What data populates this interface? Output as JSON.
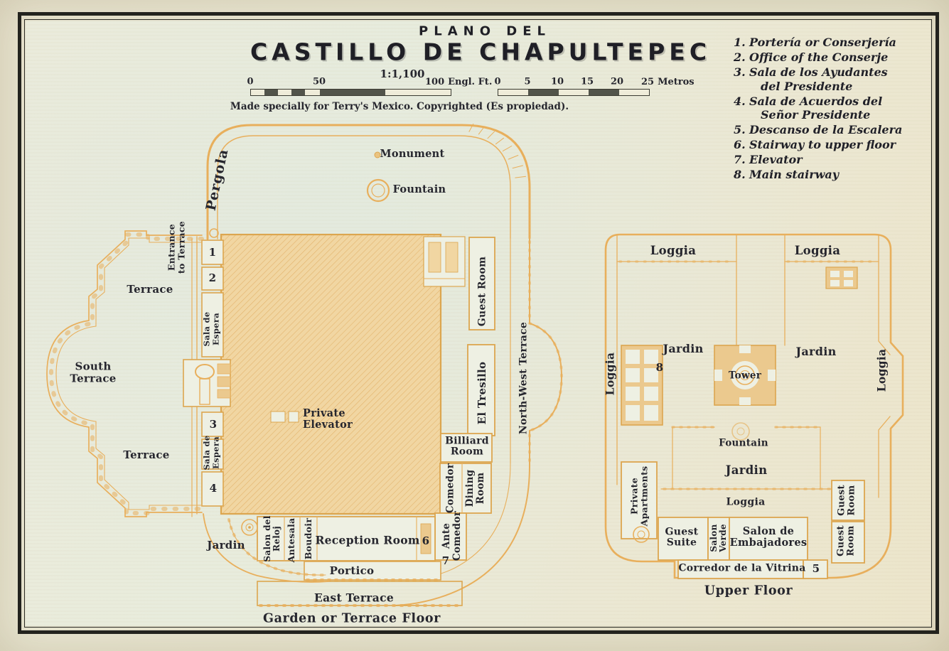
{
  "title": {
    "kicker": "PLANO DEL",
    "main": "CASTILLO DE CHAPULTEPEC"
  },
  "scale": {
    "ratio": "1:1,100",
    "feet_ticks": [
      "0",
      "50",
      "100"
    ],
    "feet_unit": "Engl. Ft.",
    "metros_ticks": [
      "0",
      "5",
      "10",
      "15",
      "20",
      "25"
    ],
    "metros_unit": "Metros"
  },
  "credit": "Made specially for Terry's Mexico.  Copyrighted (Es propiedad).",
  "legend": {
    "items": [
      {
        "n": "1.",
        "t": "Portería or Conserjería"
      },
      {
        "n": "2.",
        "t": "Office of the Conserje"
      },
      {
        "n": "3.",
        "t": "Sala de los Ayudantes\n del Presidente"
      },
      {
        "n": "4.",
        "t": "Sala de Acuerdos del\n Señor Presidente"
      },
      {
        "n": "5.",
        "t": "Descanso de la Escalera"
      },
      {
        "n": "6.",
        "t": "Stairway to upper floor"
      },
      {
        "n": "7.",
        "t": "Elevator"
      },
      {
        "n": "8.",
        "t": "Main stairway"
      }
    ]
  },
  "ground_floor": {
    "caption": "Garden or Terrace Floor",
    "labels": {
      "pergola": "Pergola",
      "monument": "Monument",
      "fountain": "Fountain",
      "entrance_to_terrace": "Entrance\nto Terrace",
      "terrace_upper": "Terrace",
      "south_terrace": "South\nTerrace",
      "terrace_lower": "Terrace",
      "room_1": "1",
      "room_2": "2",
      "room_3": "3",
      "room_4": "4",
      "room_6": "6",
      "room_7": "7",
      "sala_de_espera_upper": "Sala de\nEspera",
      "sala_de_espera_lower": "Sala de\nEspera",
      "private_elevator": "Private\nElevator",
      "guest_room": "Guest Room",
      "el_tresillo": "El Tresillo",
      "north_west_terrace": "North-West Terrace",
      "billiard_room": "Billiard\nRoom",
      "comedor": "Comedor",
      "dining_room": "Dining\nRoom",
      "ante_comedor": "Ante\nComedor",
      "salon_del_reloj": "Salon del\nReloj",
      "antesala": "Antesala",
      "boudoir": "Boudoir",
      "reception_room": "Reception Room",
      "portico": "Portico",
      "east_terrace": "East Terrace",
      "jardin": "Jardin"
    }
  },
  "upper_floor": {
    "caption": "Upper Floor",
    "labels": {
      "loggia_top_left": "Loggia",
      "loggia_top_right": "Loggia",
      "loggia_west": "Loggia",
      "loggia_east": "Loggia",
      "loggia_south": "Loggia",
      "jardin_west": "Jardin",
      "jardin_east": "Jardin",
      "jardin_south": "Jardin",
      "room_8": "8",
      "room_5": "5",
      "tower": "Tower",
      "fountain": "Fountain",
      "private_apartments": "Private\nApartments",
      "guest_suite": "Guest\nSuite",
      "salon_verde": "Salon\nVerde",
      "salon_de_embajadores": "Salon de\nEmbajadores",
      "guest_room_north": "Guest\nRoom",
      "guest_room_south": "Guest\nRoom",
      "corredor_de_la_vitrina": "Corredor de la Vitrina"
    }
  },
  "colors": {
    "plan_line": "#e8af5c",
    "plan_line_dark": "#dca64f",
    "plan_fill": "#f1d6a2",
    "room_fill": "#eef0e3",
    "ink": "#26262e",
    "frame": "#23231e",
    "paper": "#e9ebdc"
  }
}
